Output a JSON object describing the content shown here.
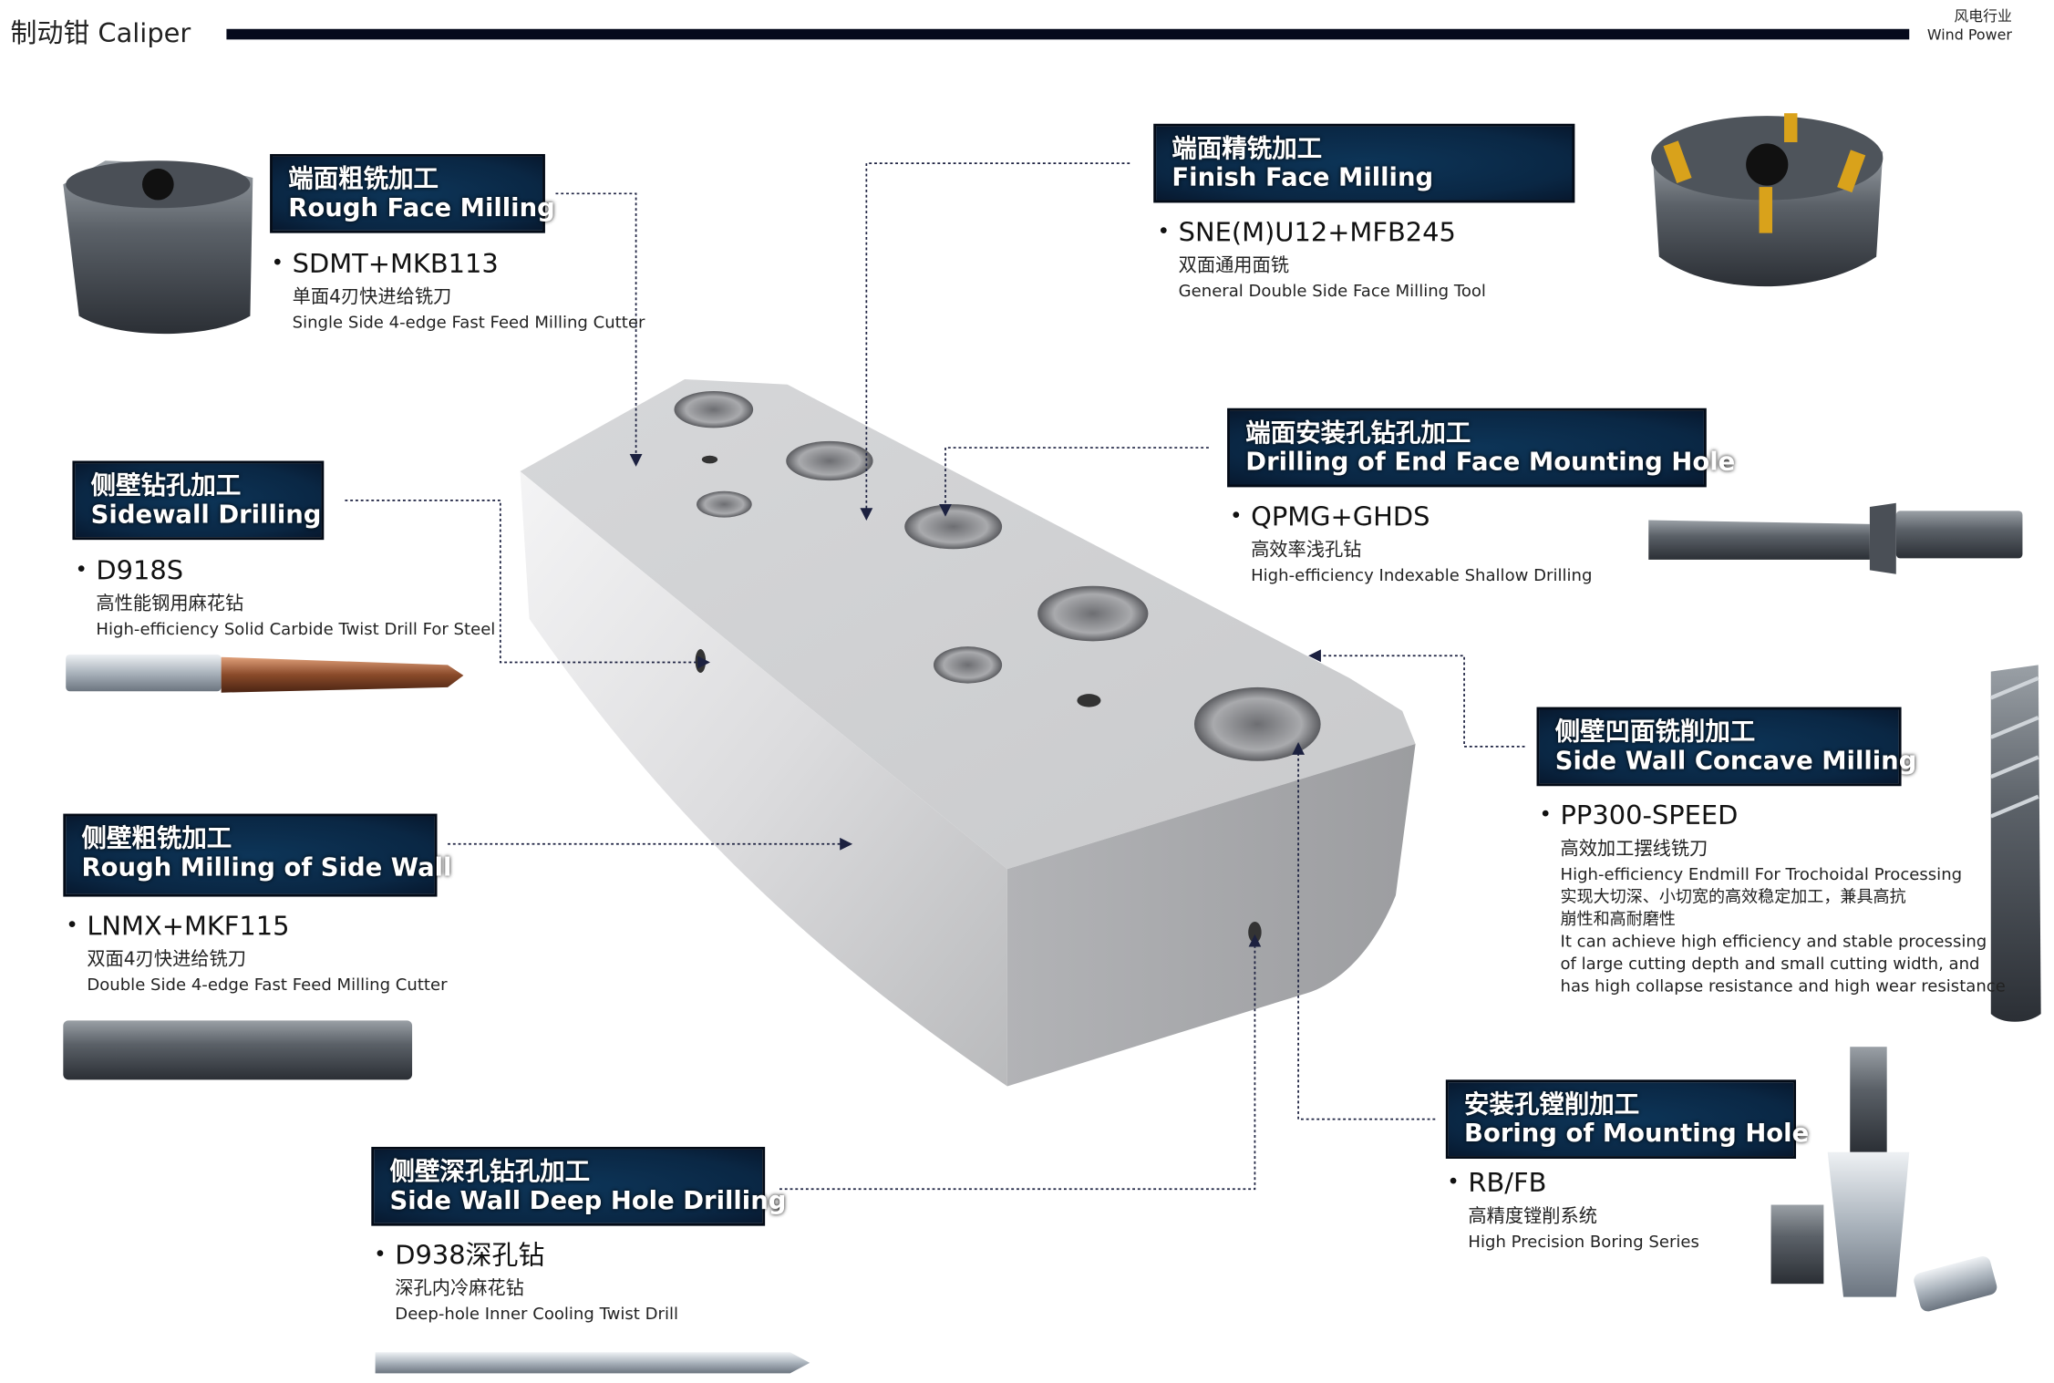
{
  "header": {
    "title": "制动钳  Caliper",
    "industry_cn": "风电行业",
    "industry_en": "Wind Power"
  },
  "processes": [
    {
      "title_cn": "端面粗铣加工",
      "title_en": "Rough Face Milling",
      "code": "SDMT+MKB113",
      "desc_cn": "单面4刃快进给铣刀",
      "desc_en": "Single Side 4-edge Fast Feed Milling Cutter"
    },
    {
      "title_cn": "端面精铣加工",
      "title_en": "Finish Face Milling",
      "code": "SNE(M)U12+MFB245",
      "desc_cn": "双面通用面铣",
      "desc_en": "General Double Side Face Milling  Tool"
    },
    {
      "title_cn": "端面安装孔钻孔加工",
      "title_en": "Drilling of End Face Mounting Hole",
      "code": "QPMG+GHDS",
      "desc_cn": "高效率浅孔钻",
      "desc_en": "High-efficiency Indexable Shallow Drilling"
    },
    {
      "title_cn": "侧壁钻孔加工",
      "title_en": "Sidewall Drilling",
      "code": "D918S",
      "desc_cn": "高性能钢用麻花钻",
      "desc_en": "High-efficiency Solid Carbide Twist Drill For Steel"
    },
    {
      "title_cn": "侧壁凹面铣削加工",
      "title_en": "Side Wall Concave Milling",
      "code": "PP300-SPEED",
      "desc_cn": "高效加工摆线铣刀",
      "desc_en": "High-efficiency Endmill For Trochoidal Processing",
      "extra_cn_1": "实现大切深、小切宽的高效稳定加工，兼具高抗",
      "extra_cn_2": "崩性和高耐磨性",
      "extra_en_1": "It can achieve high efficiency and stable processing",
      "extra_en_2": "of large cutting depth and small cutting width, and",
      "extra_en_3": "has high collapse resistance and high wear resistance"
    },
    {
      "title_cn": "侧壁粗铣加工",
      "title_en": "Rough Milling of Side Wall",
      "code": "LNMX+MKF115",
      "desc_cn": "双面4刃快进给铣刀",
      "desc_en": "Double  Side 4-edge Fast Feed Milling Cutter"
    },
    {
      "title_cn": "安装孔镗削加工",
      "title_en": "Boring of Mounting Hole",
      "code": "RB/FB",
      "desc_cn": "高精度镗削系统",
      "desc_en": "High Precision Boring Series"
    },
    {
      "title_cn": "侧壁深孔钻孔加工",
      "title_en": "Side Wall Deep Hole Drilling",
      "code": "D938深孔钻",
      "desc_cn": "深孔内冷麻花钻",
      "desc_en": "Deep-hole Inner Cooling Twist Drill"
    }
  ],
  "colors": {
    "label_bg": "#0a2744",
    "bar": "#050a1c",
    "insert_gold": "#d9a21b"
  }
}
